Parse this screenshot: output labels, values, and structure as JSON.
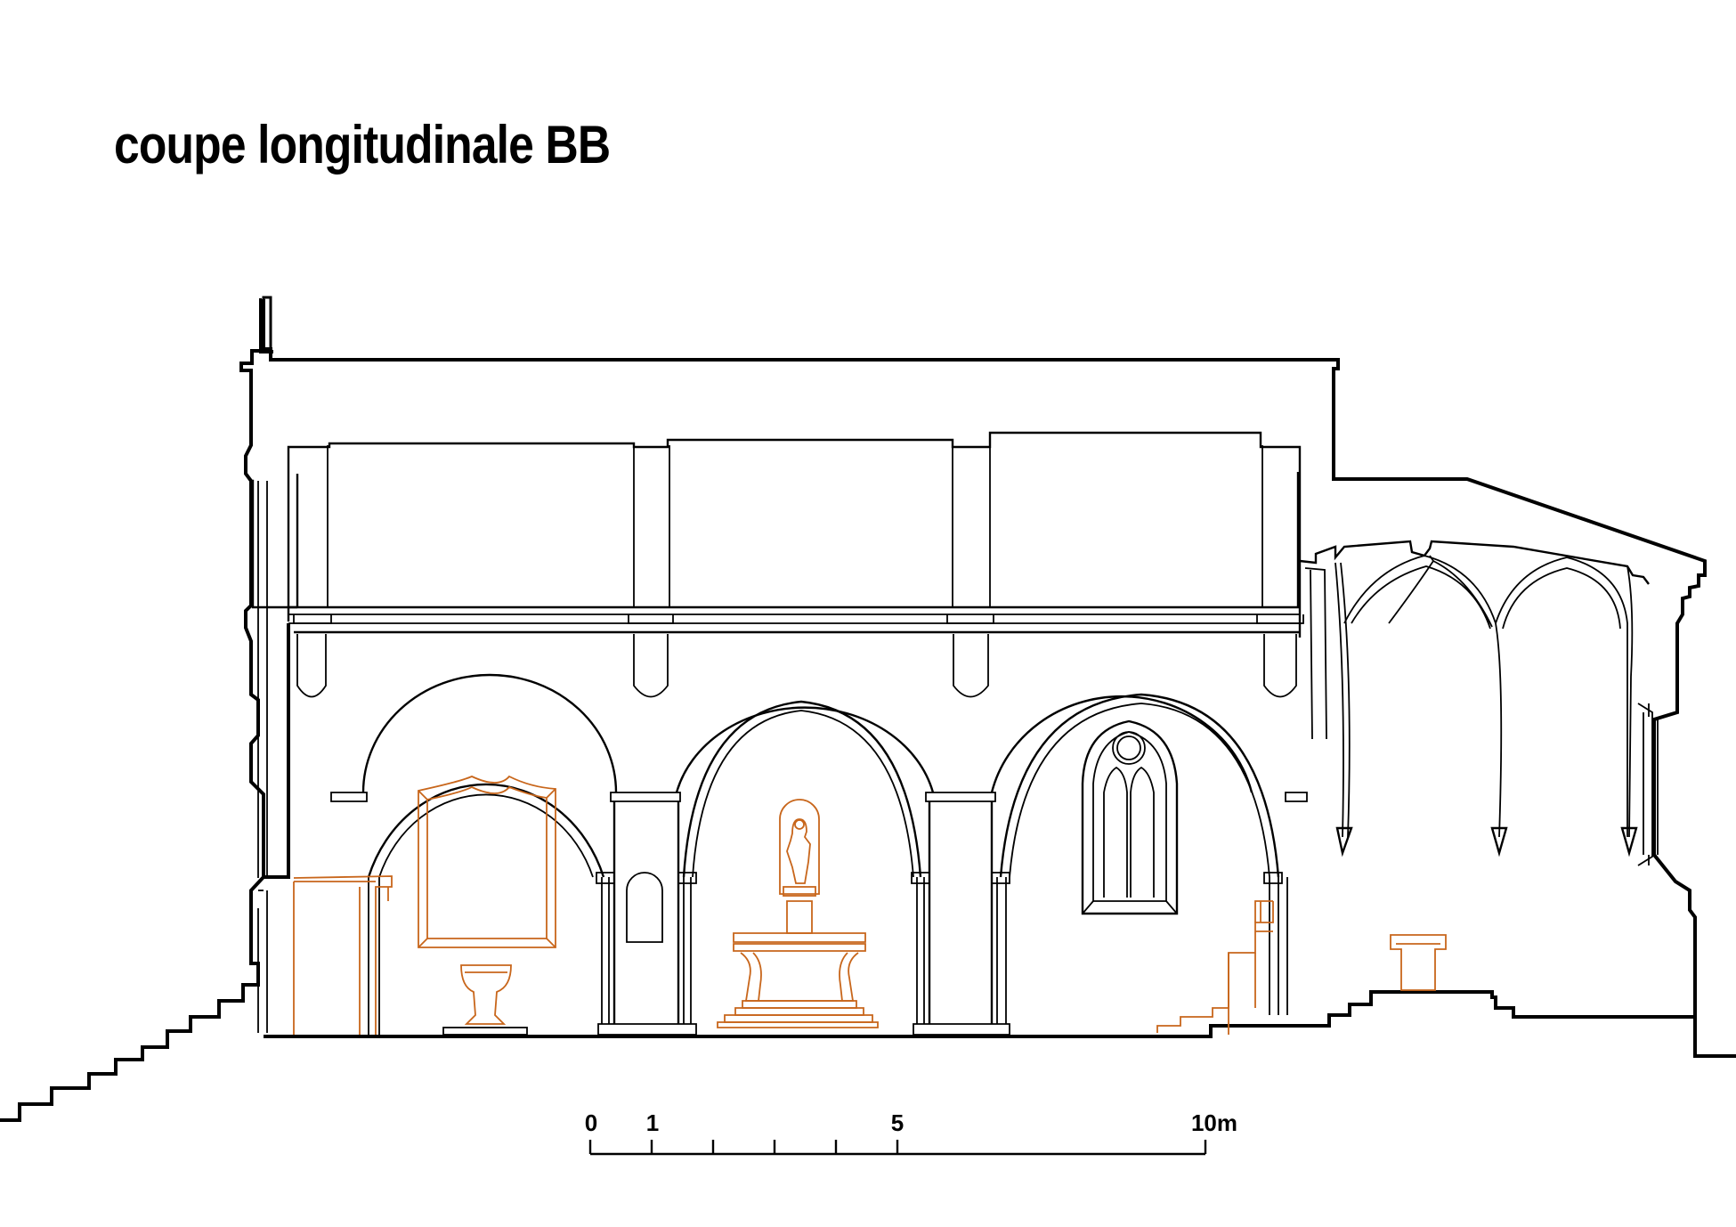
{
  "drawing": {
    "title": "coupe longitudinale BB",
    "line_color": "#000000",
    "furniture_color": "#c8661b"
  },
  "scale_bar": {
    "labels": [
      "0",
      "1",
      "5",
      "10m"
    ]
  }
}
